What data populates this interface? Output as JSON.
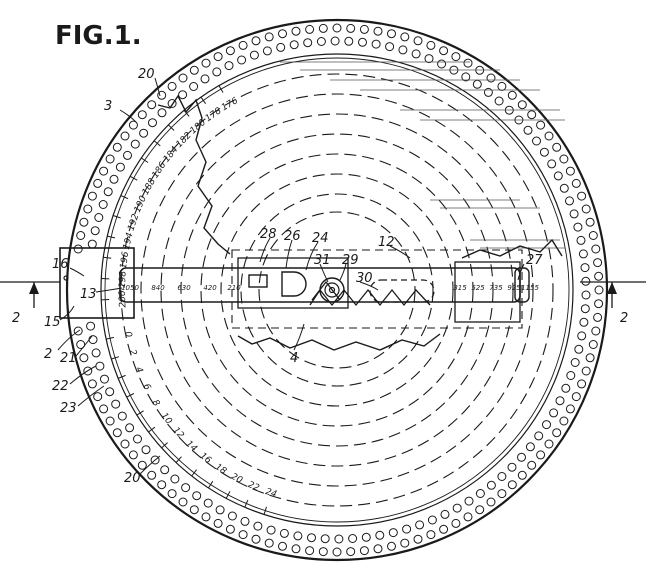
{
  "figure": {
    "title": "FIG.1.",
    "section_marks": [
      {
        "id": "left",
        "label": "2"
      },
      {
        "id": "right",
        "label": "2"
      }
    ],
    "reference_numerals": [
      {
        "id": "ref-20-top",
        "label": "20"
      },
      {
        "id": "ref-3",
        "label": "3"
      },
      {
        "id": "ref-16",
        "label": "16"
      },
      {
        "id": "ref-13",
        "label": "13"
      },
      {
        "id": "ref-15",
        "label": "15"
      },
      {
        "id": "ref-21",
        "label": "21"
      },
      {
        "id": "ref-2",
        "label": "2"
      },
      {
        "id": "ref-22",
        "label": "22"
      },
      {
        "id": "ref-23",
        "label": "23"
      },
      {
        "id": "ref-20-bottom",
        "label": "20"
      },
      {
        "id": "ref-28",
        "label": "28"
      },
      {
        "id": "ref-26",
        "label": "26"
      },
      {
        "id": "ref-24",
        "label": "24"
      },
      {
        "id": "ref-31",
        "label": "31"
      },
      {
        "id": "ref-29",
        "label": "29"
      },
      {
        "id": "ref-30",
        "label": "30"
      },
      {
        "id": "ref-12",
        "label": "12"
      },
      {
        "id": "ref-27",
        "label": "27"
      },
      {
        "id": "ref-4",
        "label": "4"
      }
    ],
    "upper_scale": [
      "176",
      "178",
      "180",
      "182",
      "184",
      "186",
      "188",
      "190",
      "192",
      "194",
      "196",
      "198",
      "200"
    ],
    "lower_scale": [
      "0",
      "2",
      "4",
      "6",
      "8",
      "10",
      "12",
      "14",
      "16",
      "18",
      "20",
      "22",
      "24"
    ],
    "slide_scale": [
      "1050",
      "840",
      "630",
      "420",
      "210",
      "315",
      "525",
      "735",
      "925",
      "1155"
    ]
  }
}
